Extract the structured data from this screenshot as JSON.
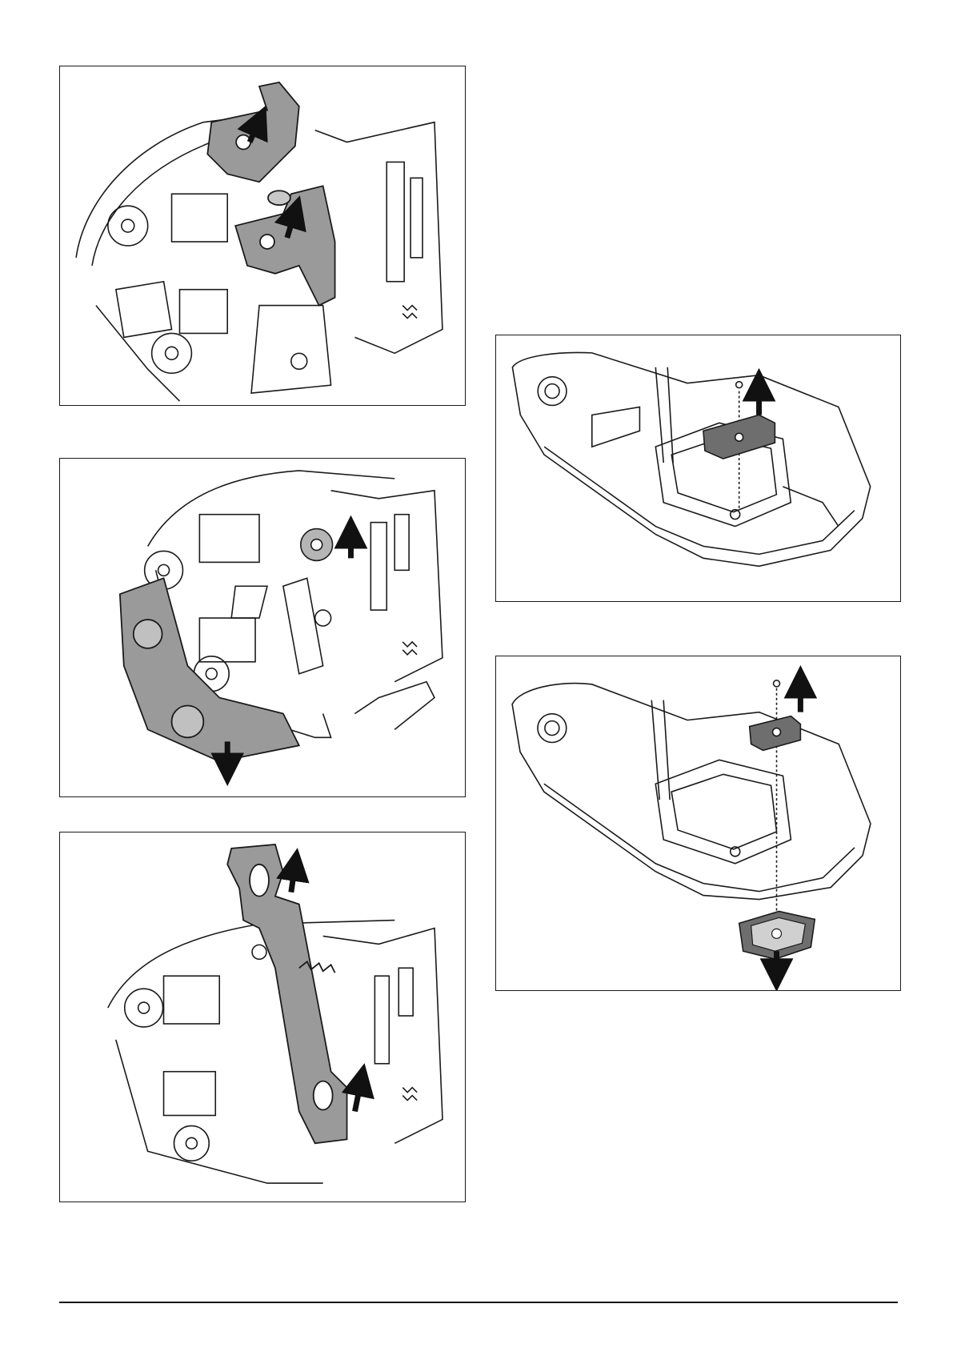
{
  "page": {
    "figures": [
      {
        "id": "fig-1",
        "icon": "remove-lever-parts-illustration"
      },
      {
        "id": "fig-2",
        "icon": "remove-gear-and-cover-illustration"
      },
      {
        "id": "fig-3",
        "icon": "remove-rack-illustration"
      },
      {
        "id": "fig-4",
        "icon": "remove-screw-bracket-illustration"
      },
      {
        "id": "fig-5",
        "icon": "remove-bracket-and-foot-illustration"
      }
    ],
    "colors": {
      "line": "#1a1a1a",
      "part_fill": "#9a9a9a",
      "part_dark": "#6e6e6e",
      "paper": "#ffffff"
    }
  }
}
